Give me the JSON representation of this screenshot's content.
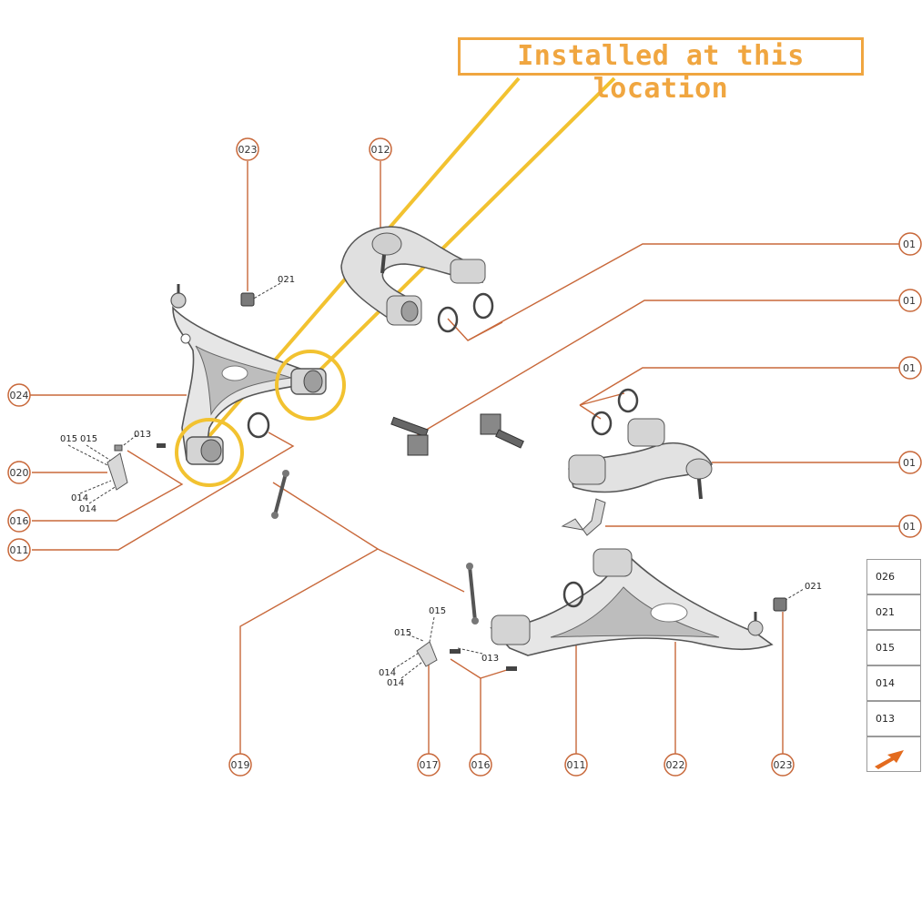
{
  "callout": "Installed at this location",
  "colors": {
    "leader": "#c8683a",
    "highlight": "#f2c230",
    "callout": "#f0a640",
    "badge": "#c8683a"
  },
  "badges": {
    "b023_top": "023",
    "b012": "012",
    "b024": "024",
    "b020": "020",
    "b016_left": "016",
    "b011_left": "011",
    "b019": "019",
    "b017": "017",
    "b016_bottom": "016",
    "b011_bottom": "011",
    "b022": "022",
    "b023_bottom": "023",
    "r1": "01",
    "r2": "01",
    "r3": "01",
    "r4": "01",
    "r5": "01"
  },
  "labels": {
    "l021_top": "021",
    "l013_left": "013",
    "l015_a": "015",
    "l015_b": "015",
    "l014_a": "014",
    "l014_b": "014",
    "l015_c": "015",
    "l015_d": "015",
    "l014_c": "014",
    "l014_d": "014",
    "l013_bottom": "013",
    "l021_right": "021"
  },
  "legend": [
    "026",
    "021",
    "015",
    "014",
    "013"
  ]
}
